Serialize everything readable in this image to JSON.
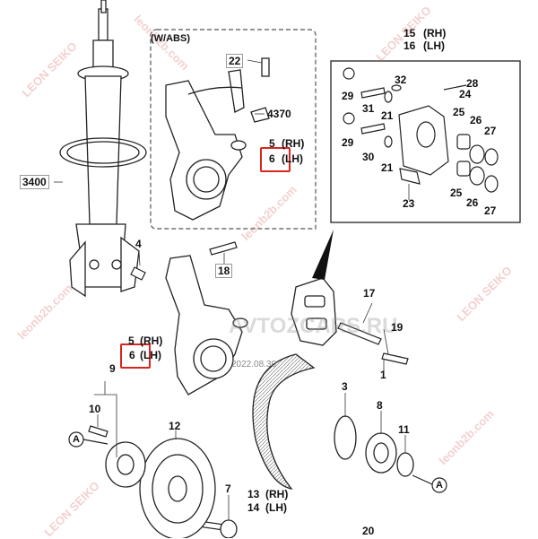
{
  "abs_frame_title": "(W/ABS)",
  "watermarks": {
    "brand": "LEON SEIKO",
    "site": "leonb2b.com"
  },
  "site_overlay": "AVTOZCARS.RU",
  "stamp": "2022.08.30",
  "callouts": {
    "c1": "1",
    "c3": "3",
    "c4": "4",
    "c5_main": "5",
    "c5_abs": "5",
    "c6_main": "6",
    "c6_abs": "6",
    "c7": "7",
    "c8": "8",
    "c9": "9",
    "c10": "10",
    "c11": "11",
    "c12": "12",
    "c13": "13",
    "c14": "14",
    "c15": "15",
    "c16": "16",
    "c17": "17",
    "c18": "18",
    "c19": "19",
    "c20": "20",
    "c21a": "21",
    "c21b": "21",
    "c22": "22",
    "c23": "23",
    "c24": "24",
    "c25a": "25",
    "c25b": "25",
    "c26a": "26",
    "c26b": "26",
    "c27a": "27",
    "c27b": "27",
    "c28": "28",
    "c29a": "29",
    "c29b": "29",
    "c30": "30",
    "c31": "31",
    "c32": "32",
    "c3400": "3400",
    "c4370": "4370"
  },
  "sides": {
    "rh": "(RH)",
    "lh": "(LH)"
  },
  "ref_a": "A",
  "colors": {
    "highlight": "#d8261f",
    "line": "#222222",
    "watermark": "#e08080"
  }
}
